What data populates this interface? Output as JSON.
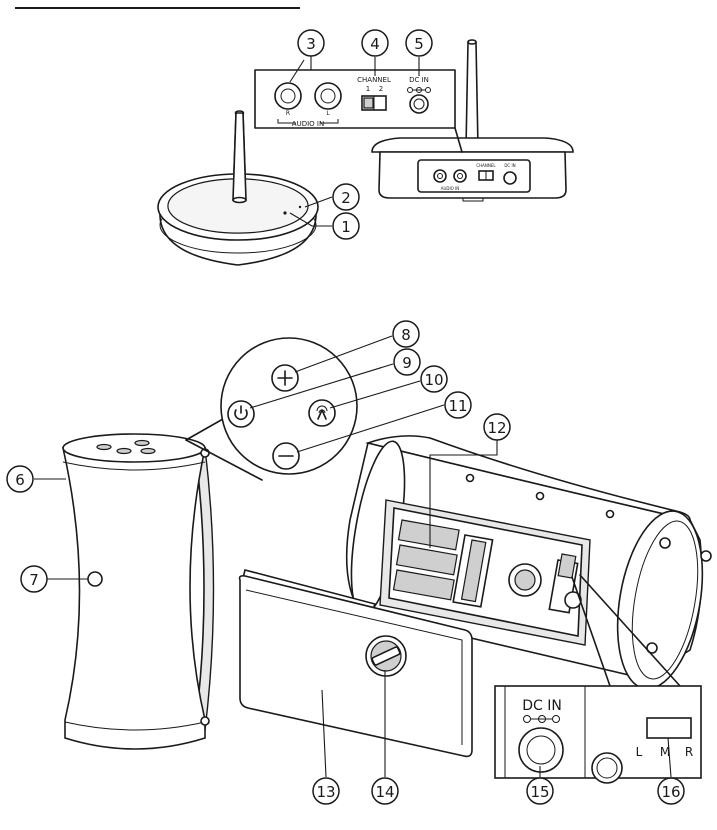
{
  "callouts": {
    "c1": "1",
    "c2": "2",
    "c3": "3",
    "c4": "4",
    "c5": "5",
    "c6": "6",
    "c7": "7",
    "c8": "8",
    "c9": "9",
    "c10": "10",
    "c11": "11",
    "c12": "12",
    "c13": "13",
    "c14": "14",
    "c15": "15",
    "c16": "16"
  },
  "panel_labels": {
    "channel": "CHANNEL",
    "channel_1": "1",
    "channel_2": "2",
    "dc_in": "DC IN",
    "audio_in": "AUDIO IN",
    "audio_r": "R",
    "audio_l": "L"
  },
  "inset_labels": {
    "dc_in": "DC IN",
    "switch_l": "L",
    "switch_m": "M",
    "switch_r": "R"
  },
  "small_panel_labels": {
    "channel": "CHANNEL",
    "dc_in": "DC IN",
    "audio_in": "AUDIO IN"
  },
  "control_icons": [
    "plus-icon",
    "power-icon",
    "source-icon",
    "minus-icon"
  ]
}
